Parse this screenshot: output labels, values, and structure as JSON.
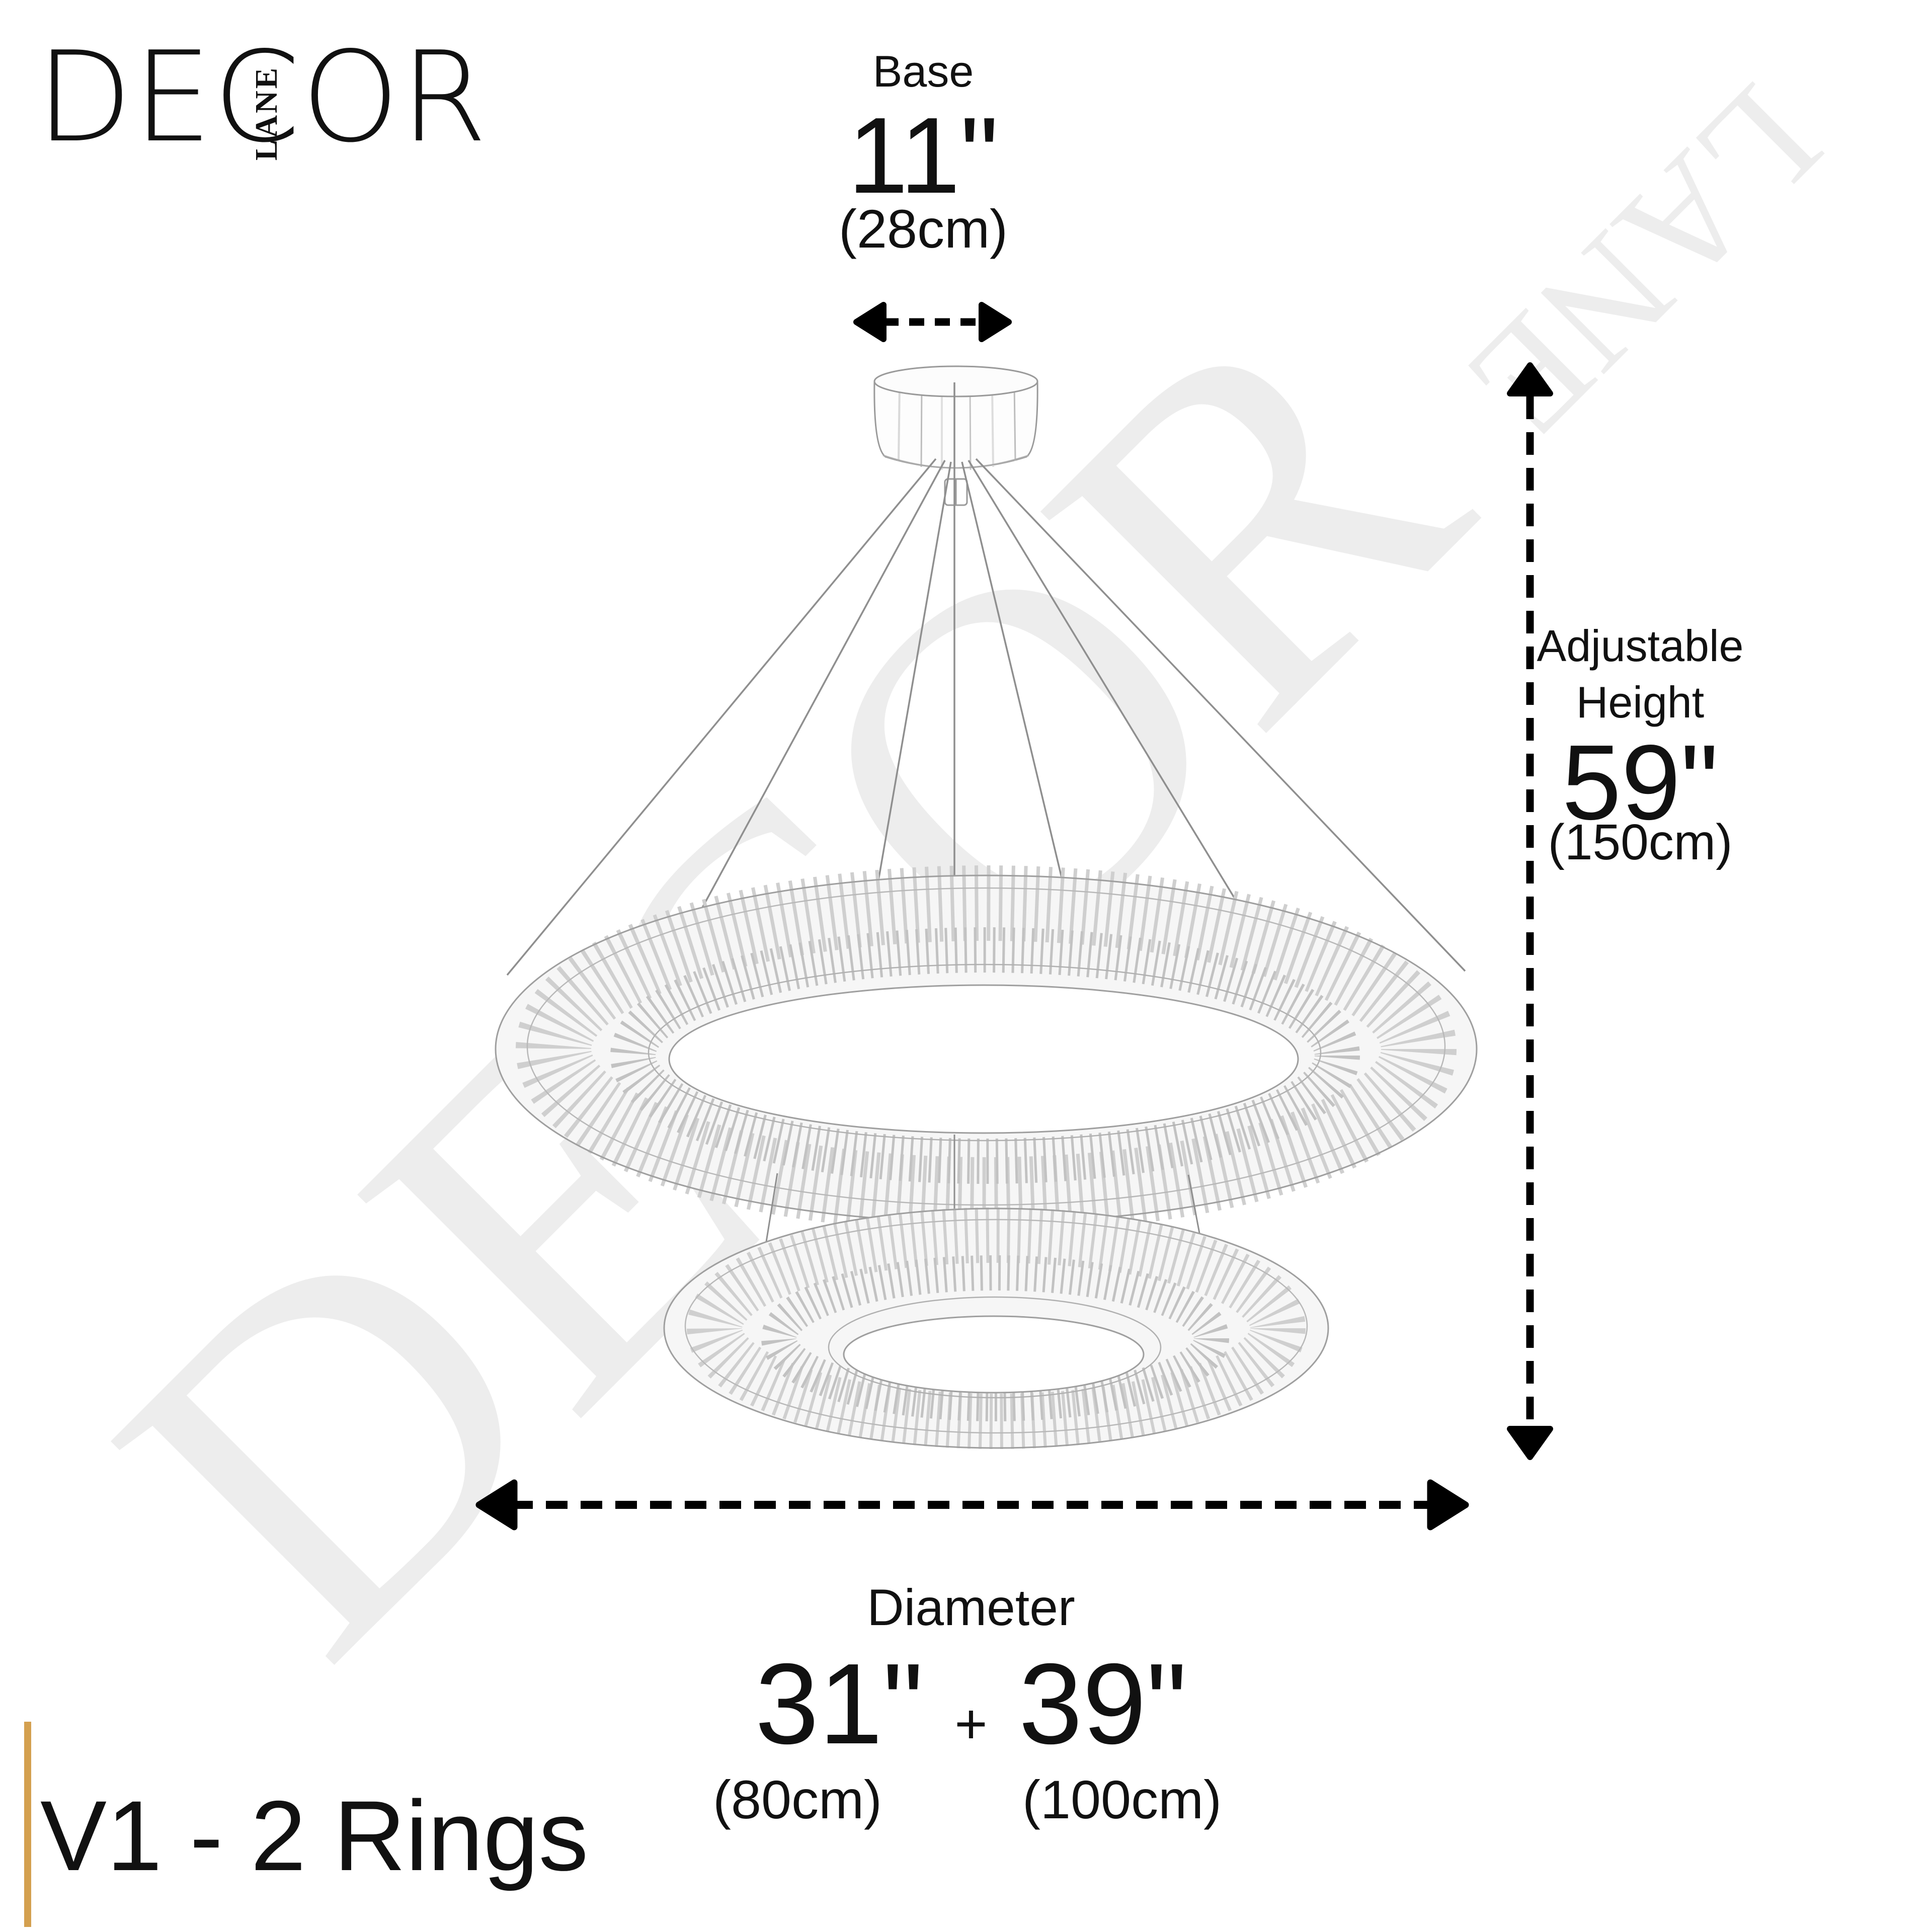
{
  "page": {
    "background": "#ffffff",
    "text_color": "#111111"
  },
  "brand_logo": {
    "primary": "DECOR",
    "secondary": "LANE"
  },
  "watermark": {
    "primary": "DECOR",
    "secondary": "LANE",
    "color": "#ededed"
  },
  "dim_base": {
    "label": "Base",
    "value_in": "11\"",
    "value_cm": "(28cm)"
  },
  "dim_height": {
    "label_1": "Adjustable",
    "label_2": "Height",
    "value_in": "59\"",
    "value_cm": "(150cm)"
  },
  "dim_diameter": {
    "label": "Diameter",
    "ring1_in": "31\"",
    "joiner": "+",
    "ring2_in": "39\"",
    "ring1_cm": "(80cm)",
    "ring2_cm": "(100cm)"
  },
  "variant": {
    "label": "V1 - 2 Rings",
    "accent_color": "#d4a04f"
  }
}
